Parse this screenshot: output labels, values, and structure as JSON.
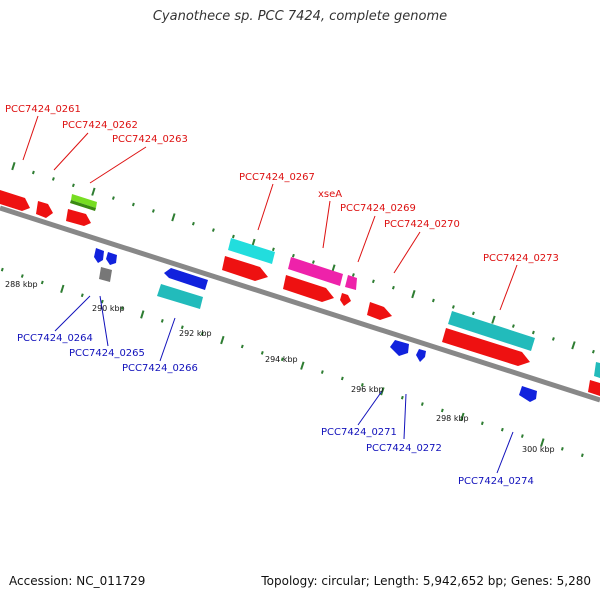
{
  "title": "Cyanothece sp. PCC 7424, complete genome",
  "footer": {
    "accession": "Accession: NC_011729",
    "summary": "Topology: circular; Length: 5,942,652 bp; Genes: 5,280"
  },
  "colors": {
    "backbone": "#888888",
    "tick": "#2e7d32",
    "label_forward": "#dd1111",
    "label_reverse": "#1111bb",
    "red": "#ee1111",
    "cyan": "#22dddd",
    "magenta": "#ee22aa",
    "blue": "#1122dd",
    "green": "#77dd22",
    "gray": "#777777"
  },
  "scale_labels": [
    "288 kbp",
    "290 kbp",
    "292 kbp",
    "294 kbp",
    "296 kbp",
    "298 kbp",
    "300 kbp"
  ],
  "gene_labels_forward": [
    "PCC7424_0261",
    "PCC7424_0262",
    "PCC7424_0263",
    "PCC7424_0267",
    "xseA",
    "PCC7424_0269",
    "PCC7424_0270",
    "PCC7424_0273"
  ],
  "gene_labels_reverse": [
    "PCC7424_0264",
    "PCC7424_0265",
    "PCC7424_0266",
    "PCC7424_0271",
    "PCC7424_0272",
    "PCC7424_0274"
  ],
  "features": [
    {
      "strand": "forward",
      "type": "CDS",
      "color": "red"
    },
    {
      "strand": "forward",
      "type": "CDS",
      "color": "red"
    },
    {
      "strand": "forward",
      "type": "CDS",
      "color": "red"
    },
    {
      "strand": "forward",
      "type": "gene",
      "color": "green"
    },
    {
      "strand": "forward",
      "type": "gene",
      "color": "cyan"
    },
    {
      "strand": "forward",
      "type": "CDS",
      "color": "red"
    },
    {
      "strand": "forward",
      "type": "gene",
      "color": "magenta"
    },
    {
      "strand": "forward",
      "type": "CDS",
      "color": "red"
    },
    {
      "strand": "forward",
      "type": "CDS",
      "color": "red"
    },
    {
      "strand": "forward",
      "type": "CDS",
      "color": "red"
    },
    {
      "strand": "forward",
      "type": "gene",
      "color": "cyan"
    },
    {
      "strand": "forward",
      "type": "CDS",
      "color": "red"
    },
    {
      "strand": "reverse",
      "type": "CDS",
      "color": "blue"
    },
    {
      "strand": "reverse",
      "type": "gene",
      "color": "gray"
    },
    {
      "strand": "reverse",
      "type": "CDS",
      "color": "blue"
    },
    {
      "strand": "reverse",
      "type": "gene",
      "color": "cyan"
    },
    {
      "strand": "reverse",
      "type": "CDS",
      "color": "blue"
    },
    {
      "strand": "reverse",
      "type": "CDS",
      "color": "blue"
    }
  ]
}
